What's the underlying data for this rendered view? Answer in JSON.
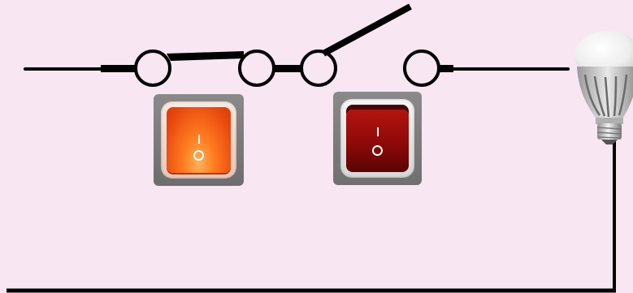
{
  "diagram": {
    "description_visible_text": "",
    "background_color": "#f8e6f2",
    "wire_color": "#000000",
    "components": [
      {
        "kind": "two-way switch",
        "state": "closed"
      },
      {
        "kind": "two-way switch",
        "state": "open"
      },
      {
        "kind": "rocker switch",
        "state": "on",
        "color": "#ff6a1a"
      },
      {
        "kind": "rocker switch",
        "state": "off",
        "color": "#9a0b0b"
      },
      {
        "kind": "light bulb",
        "style": "LED bulb"
      }
    ],
    "icons": [
      "rocker-switch-on-icon",
      "rocker-switch-off-icon",
      "light-bulb-icon"
    ]
  }
}
